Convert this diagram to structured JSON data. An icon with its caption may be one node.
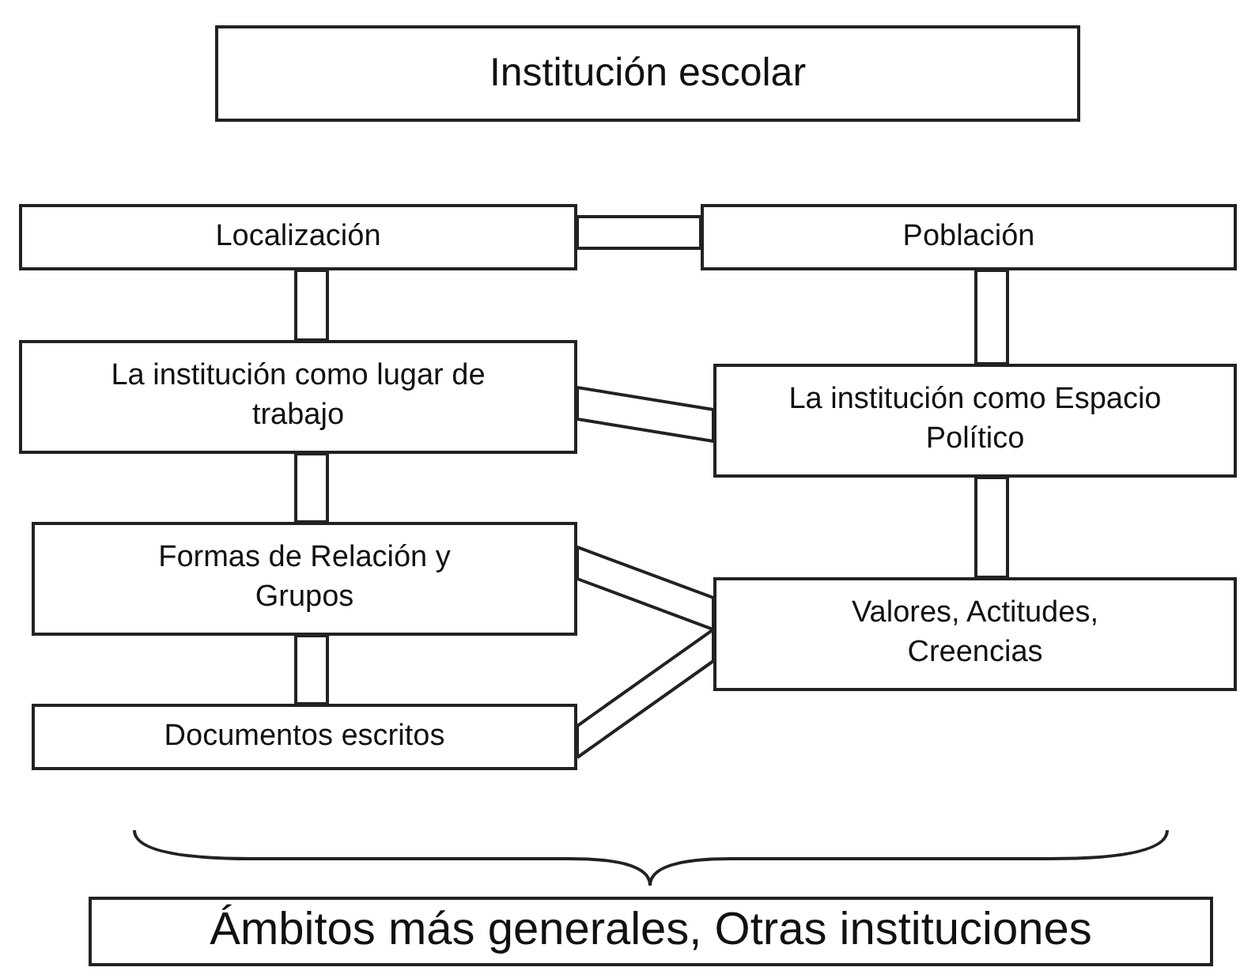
{
  "diagram": {
    "title": "Institución escolar",
    "nodes": [
      {
        "text": [
          "Localización"
        ]
      },
      {
        "text": [
          "Población"
        ]
      },
      {
        "text": [
          "La institución como lugar de trabajo"
        ]
      },
      {
        "text": [
          "La institución como Espacio Político"
        ]
      },
      {
        "text": [
          "Formas de Relación y Grupos"
        ]
      },
      {
        "text": [
          "Valores, Actitudes, Creencias"
        ]
      },
      {
        "text": [
          "Documentos escritos"
        ]
      },
      {
        "text": [
          "Ámbitos más generales, Otras instituciones"
        ]
      }
    ],
    "edges": [
      {
        "from": 0,
        "to": 1,
        "arrow": "none"
      },
      {
        "from": 0,
        "to": 2,
        "arrow": "none"
      },
      {
        "from": 2,
        "to": 3,
        "arrow": "none"
      },
      {
        "from": 1,
        "to": 3,
        "arrow": "none"
      },
      {
        "from": 2,
        "to": 4,
        "arrow": "none"
      },
      {
        "from": 3,
        "to": 5,
        "arrow": "none"
      },
      {
        "from": 4,
        "to": 5,
        "arrow": "none"
      },
      {
        "from": 4,
        "to": 6,
        "arrow": "none"
      },
      {
        "from": 6,
        "to": 5,
        "arrow": "none"
      }
    ]
  }
}
